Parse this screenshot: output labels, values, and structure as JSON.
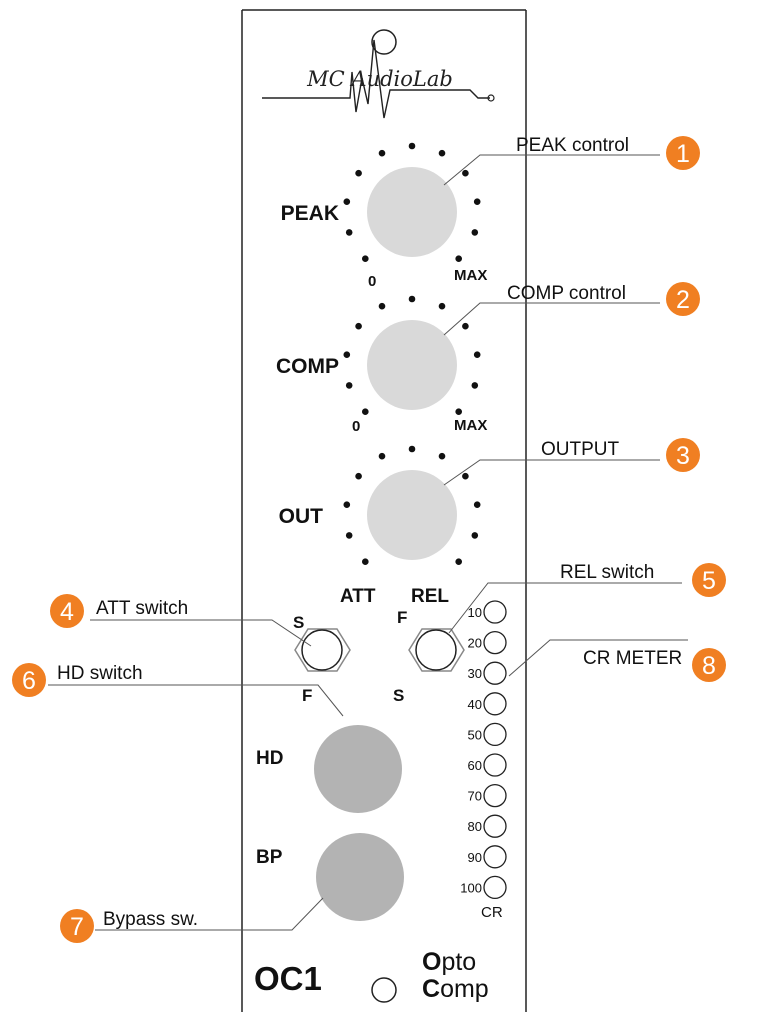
{
  "brand": {
    "logo_text": "MC AudioLab"
  },
  "panel": {
    "model": "OC1",
    "product_line1_initial": "O",
    "product_line1_rest": "pto",
    "product_line2_initial": "C",
    "product_line2_rest": "omp"
  },
  "knobs": {
    "peak": {
      "label": "PEAK",
      "scale_min": "0",
      "scale_max": "MAX"
    },
    "comp": {
      "label": "COMP",
      "scale_min": "0",
      "scale_max": "MAX"
    },
    "out": {
      "label": "OUT"
    }
  },
  "switches": {
    "att": {
      "label": "ATT",
      "pos_left": "S",
      "pos_bottom": "F"
    },
    "rel": {
      "label": "REL",
      "pos_left": "F",
      "pos_bottom": "S"
    }
  },
  "buttons": {
    "hd": "HD",
    "bp": "BP"
  },
  "meter": {
    "scale": [
      "10",
      "20",
      "30",
      "40",
      "50",
      "60",
      "70",
      "80",
      "90",
      "100"
    ],
    "caption": "CR"
  },
  "callouts": [
    {
      "number": "1",
      "text": "PEAK control"
    },
    {
      "number": "2",
      "text": "COMP control"
    },
    {
      "number": "3",
      "text": "OUTPUT"
    },
    {
      "number": "4",
      "text": "ATT switch"
    },
    {
      "number": "5",
      "text": "REL switch"
    },
    {
      "number": "6",
      "text": "HD switch"
    },
    {
      "number": "7",
      "text": "Bypass sw."
    },
    {
      "number": "8",
      "text": "CR METER"
    }
  ],
  "colors": {
    "callout_badge": "#f07f22",
    "knob": "#d9d9d9",
    "button": "#b3b3b3",
    "panel_stroke": "#222222"
  }
}
